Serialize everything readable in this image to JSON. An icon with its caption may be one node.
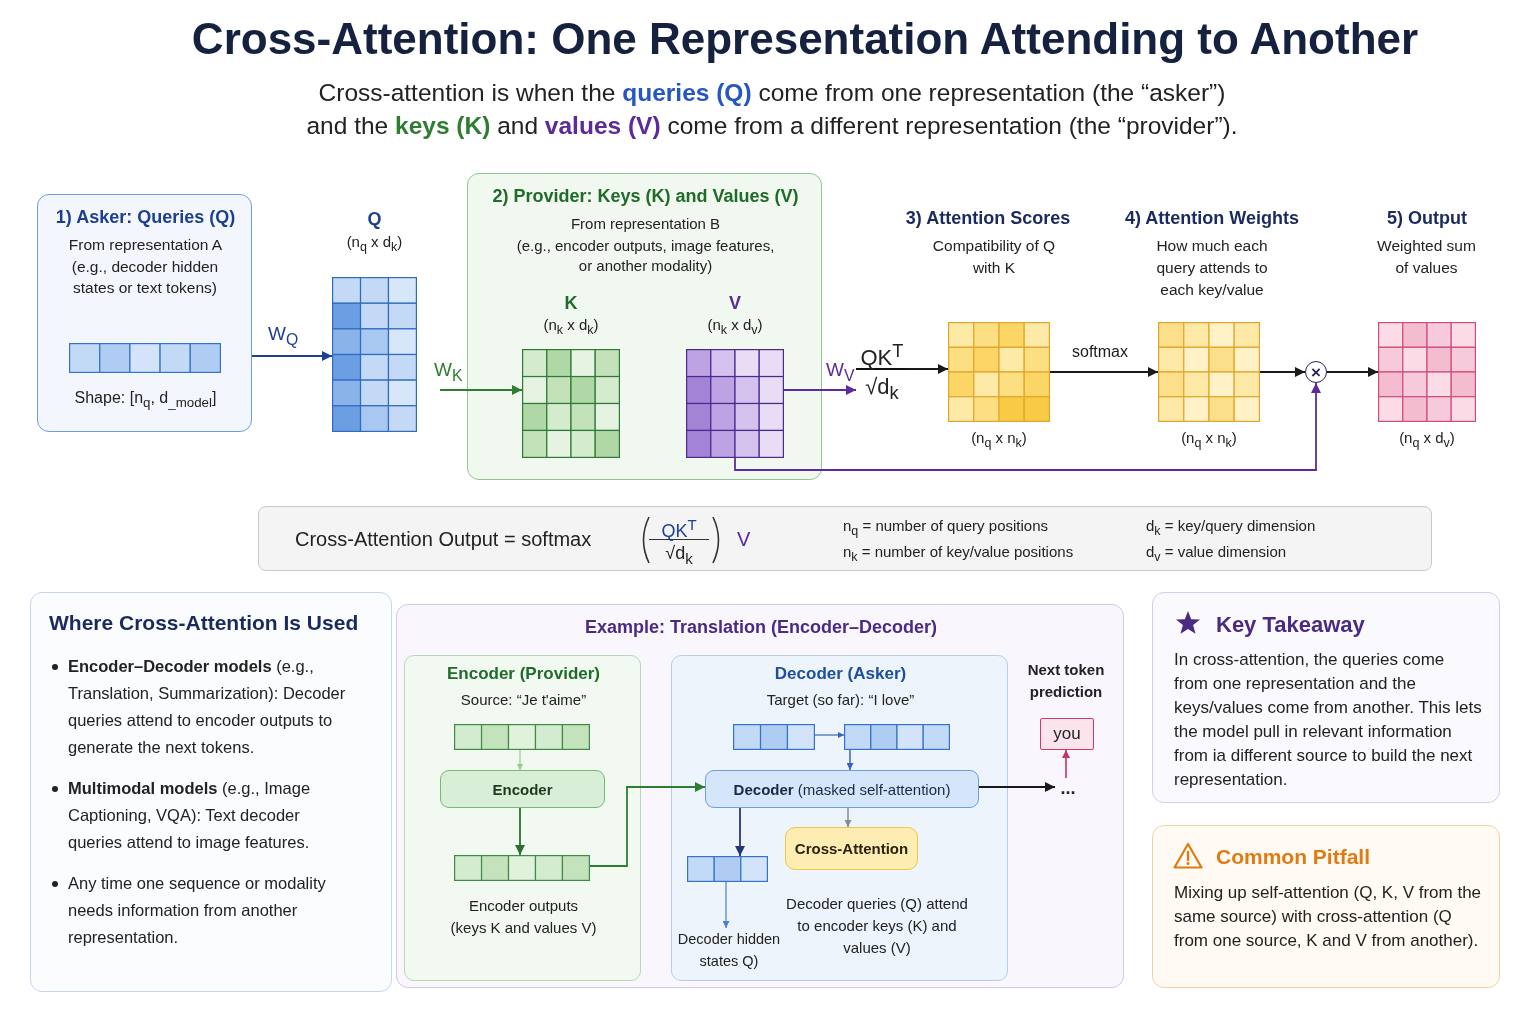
{
  "diagram": {
    "title": "Cross-Attention: One Representation Attending to Another",
    "nodes": [
      {
        "text": [
          "1) Asker: Queries (Q)",
          "From representation A",
          "(e.g., decoder hidden states or text tokens)",
          "Shape: [n$_{q}$, d$_{_model}$]"
        ]
      },
      {
        "text": [
          "Q",
          "(n$_{q}$ x d$_{k}$)"
        ]
      },
      {
        "text": [
          "2) Provider: Keys (K) and Values (V)",
          "From representation B",
          "(e.g., encoder outputs, image features, or another modality)"
        ]
      },
      {
        "text": [
          "K",
          "(n$_{k}$ x d$_{k}$)"
        ],
        "in": 2
      },
      {
        "text": [
          "V",
          "(n$_{k}$ x d$_{v}$)"
        ],
        "in": 2
      },
      {
        "text": [
          "QK$^{T}$",
          "√d$_{k}$"
        ]
      },
      {
        "text": [
          "(n$_{q}$ x n$_{k}$)"
        ]
      },
      {
        "text": [
          "(n$_{q}$ x n$_{k}$)"
        ]
      },
      {
        "text": [
          "×"
        ]
      },
      {
        "text": [
          "(n$_{q}$ x d$_{v}$)"
        ]
      },
      {
        "text": [
          "Cross-Attention Output = softmax",
          "QK$^{T}$",
          "√d$_{k}$",
          "V",
          "n$_{q}$ = number of query positions",
          "d$_{k}$ = key/query dimension",
          "n$_{k}$ = number of key/value positions",
          "d$_{v}$ = value dimension"
        ]
      },
      {
        "text": [
          "Where Cross-Attention Is Used",
          "**Encoder–Decoder models** (e.g., Translation, Summarization): Decoder queries attend to encoder outputs to generate the next tokens.",
          "**Multimodal models** (e.g., Image Captioning, VQA): Text decoder queries attend to image features.",
          "Any time one sequence or modality needs information from another representation."
        ]
      },
      {
        "text": [
          "Example: Translation (Encoder–Decoder)"
        ]
      },
      {
        "text": [
          "Encoder (Provider)",
          "Source: “Je t'aime”",
          "Encoder outputs",
          "(keys K and values V)"
        ],
        "in": 12
      },
      {
        "text": [],
        "shape": "box",
        "in": 13
      },
      {
        "text": [
          "Encoder"
        ],
        "in": 13
      },
      {
        "text": [],
        "shape": "box",
        "in": 13
      },
      {
        "text": [
          "Decoder (Asker)",
          "Target (so far): “I love”",
          "Decoder queries (Q) attend to encoder keys (K) and values (V)"
        ],
        "in": 12
      },
      {
        "text": [],
        "shape": "box",
        "in": 17
      },
      {
        "text": [],
        "shape": "box",
        "in": 17
      },
      {
        "text": [
          "**Decoder** (masked self-attention)"
        ],
        "in": 17
      },
      {
        "text": [
          "Cross-Attention"
        ],
        "in": 17
      },
      {
        "text": [],
        "shape": "box",
        "in": 17
      },
      {
        "text": [
          "Decoder hidden states Q)"
        ],
        "in": 17
      },
      {
        "text": [
          "..."
        ],
        "in": 12
      },
      {
        "text": [
          "you"
        ],
        "in": 12
      },
      {
        "text": [
          "Key Takeaway",
          "In cross-attention, the queries come from one representation and the keys/values come from another. This lets the model pull in relevant information from ia different source to build the next representation."
        ]
      },
      {
        "text": [
          "Common Pitfall",
          "Mixing up self-attention (Q, K, V from the same source) with cross-attention (Q from one source, K and V from another)."
        ]
      }
    ],
    "edges": [
      {
        "from": 0,
        "to": 1,
        "arrow": "to",
        "label": "W$_{Q}$",
        "color": "#1f3f8f"
      },
      {
        "from": null,
        "to": 3,
        "arrow": "to",
        "label": "W$_{K}$",
        "color": "#2e7d32"
      },
      {
        "from": 4,
        "to": 5,
        "arrow": "to",
        "label": "W$_{V}$",
        "color": "#5b2a9b"
      },
      {
        "from": 5,
        "to": 6,
        "arrow": "to"
      },
      {
        "from": 6,
        "to": 7,
        "arrow": "to",
        "label": "softmax"
      },
      {
        "from": 7,
        "to": 8,
        "arrow": "to"
      },
      {
        "from": 4,
        "to": 8,
        "arrow": "to",
        "color": "#5b2a9b"
      },
      {
        "from": 8,
        "to": 9,
        "arrow": "to"
      },
      {
        "from": 14,
        "to": 15,
        "arrow": "to",
        "color": "#8fcb8f"
      },
      {
        "from": 15,
        "to": 16,
        "arrow": "to",
        "color": "#2e6b32"
      },
      {
        "from": 16,
        "to": 20,
        "arrow": "to",
        "color": "#2e7d32"
      },
      {
        "from": 18,
        "to": 19,
        "arrow": "to",
        "color": "#3565b5"
      },
      {
        "from": 19,
        "to": 20,
        "arrow": "to",
        "color": "#3565c5"
      },
      {
        "from": 20,
        "to": 21,
        "arrow": "to",
        "color": "#8a8a8a"
      },
      {
        "from": 20,
        "to": 22,
        "arrow": "to",
        "color": "#26357a"
      },
      {
        "from": 22,
        "to": 23,
        "arrow": "to",
        "color": "#4a7fd0"
      },
      {
        "from": 20,
        "to": 24,
        "arrow": "to"
      },
      {
        "from": 24,
        "to": 25,
        "arrow": "to",
        "color": "#c8325f"
      }
    ],
    "labels": [
      "Cross-attention is when the **queries (Q)** come from one representation (the “asker”) and the **keys (K)** and **values (V)** come from a different representation (the “provider”).",
      "3) Attention Scores",
      "Compatibility of Q with K",
      "4) Attention Weights",
      "How much each query attends to each key/value",
      "5) Output",
      "Weighted sum of values",
      "Next token prediction"
    ]
  }
}
